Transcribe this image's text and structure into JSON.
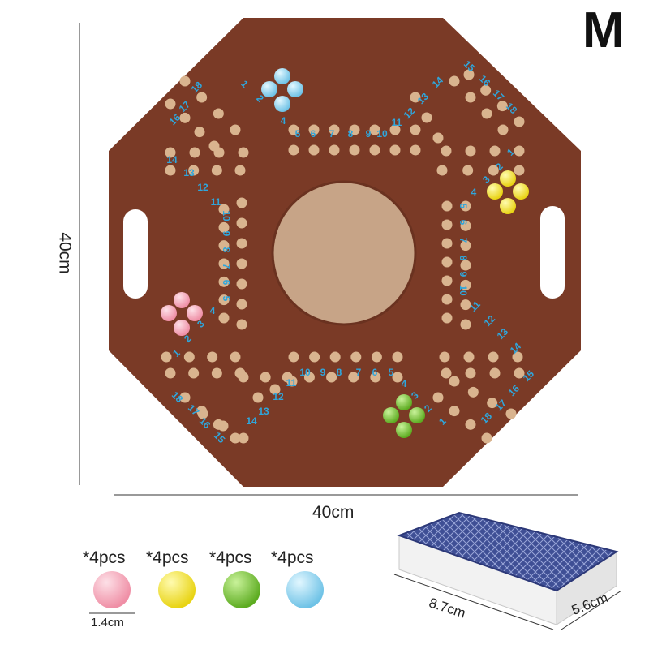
{
  "size_label": "M",
  "dimensions": {
    "height": "40cm",
    "width": "40cm"
  },
  "colors": {
    "board": "#7a3a26",
    "hole": "#d9b48f",
    "number": "#2fa6dc",
    "center": "#c7a487",
    "pink": "#f4a6b7",
    "yellow": "#f2e02b",
    "green": "#7cc63b",
    "blue": "#8fd3ee"
  },
  "track_numbers": [
    "1",
    "2",
    "3",
    "4",
    "5",
    "6",
    "7",
    "8",
    "9",
    "10",
    "11",
    "12",
    "13",
    "14",
    "15",
    "16",
    "17",
    "18"
  ],
  "marbles": [
    {
      "label": "*4pcs",
      "color": "pink"
    },
    {
      "label": "*4pcs",
      "color": "yellow"
    },
    {
      "label": "*4pcs",
      "color": "green"
    },
    {
      "label": "*4pcs",
      "color": "blue"
    }
  ],
  "marble_diameter": "1.4cm",
  "card_deck": {
    "length": "8.7cm",
    "width": "5.6cm"
  }
}
